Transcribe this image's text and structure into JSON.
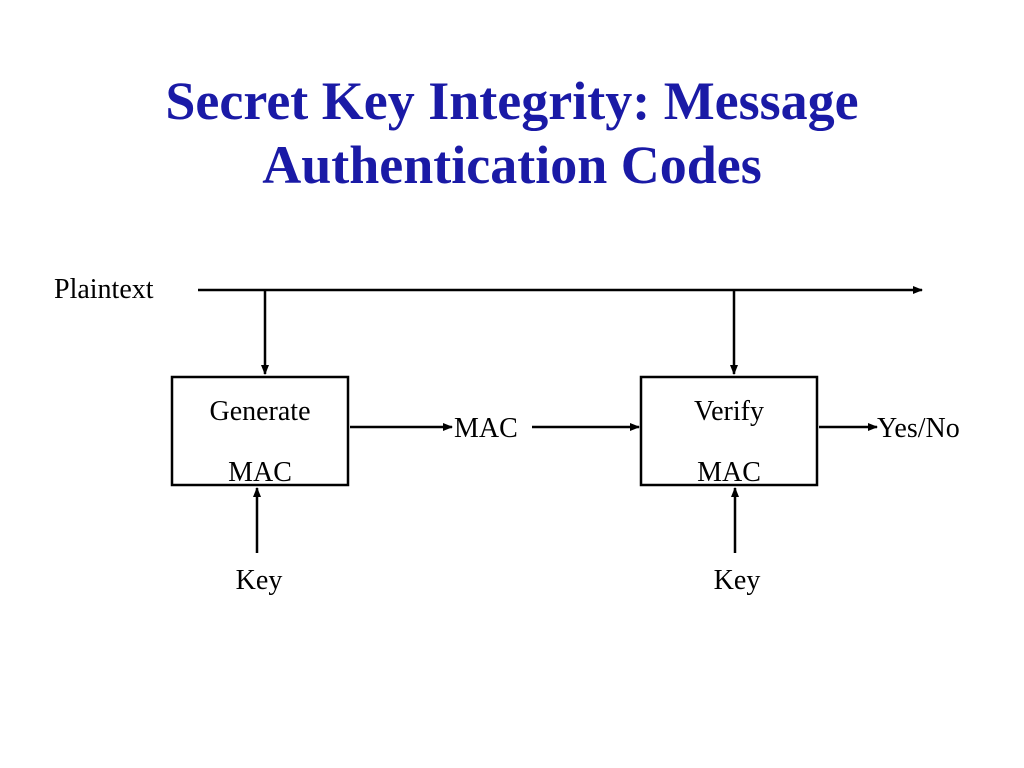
{
  "slide": {
    "title_line_1": "Secret Key Integrity: Message",
    "title_line_2": "Authentication Codes",
    "title_color": "#1a1aa6"
  },
  "diagram": {
    "input_label": "Plaintext",
    "generate_box": {
      "line1": "Generate",
      "line2": "MAC"
    },
    "verify_box": {
      "line1": "Verify",
      "line2": "MAC"
    },
    "mac_label": "MAC",
    "output_label": "Yes/No",
    "key_label_left": "Key",
    "key_label_right": "Key",
    "line_color": "#000000"
  }
}
